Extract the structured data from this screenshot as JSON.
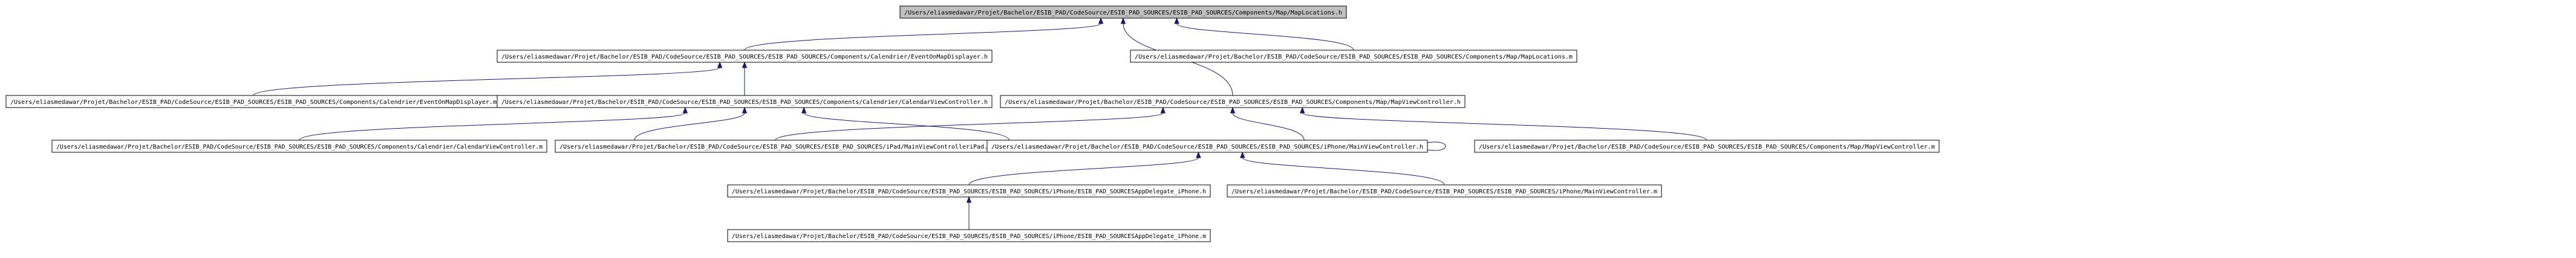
{
  "diagram": {
    "colors": {
      "root_fill": "#bfbfbf",
      "node_fill": "#ffffff",
      "border": "#000000",
      "edge": "#191970"
    },
    "nodes": [
      {
        "id": "map_locations_h",
        "label": "/Users/eliasmedawar/Projet/Bachelor/ESIB_PAD/CodeSource/ESIB_PAD_SOURCES/ESIB_PAD_SOURCES/Components/Map/MapLocations.h",
        "root": true
      },
      {
        "id": "events_map_displayer_h",
        "label": "/Users/eliasmedawar/Projet/Bachelor/ESIB_PAD/CodeSource/ESIB_PAD_SOURCES/ESIB_PAD_SOURCES/Components/Calendrier/EventOnMapDisplayer.h"
      },
      {
        "id": "map_locations_m",
        "label": "/Users/eliasmedawar/Projet/Bachelor/ESIB_PAD/CodeSource/ESIB_PAD_SOURCES/ESIB_PAD_SOURCES/Components/Map/MapLocations.m"
      },
      {
        "id": "events_map_displayer_m",
        "label": "/Users/eliasmedawar/Projet/Bachelor/ESIB_PAD/CodeSource/ESIB_PAD_SOURCES/ESIB_PAD_SOURCES/Components/Calendrier/EventOnMapDisplayer.m"
      },
      {
        "id": "calendar_vc_h",
        "label": "/Users/eliasmedawar/Projet/Bachelor/ESIB_PAD/CodeSource/ESIB_PAD_SOURCES/ESIB_PAD_SOURCES/Components/Calendrier/CalendarViewController.h"
      },
      {
        "id": "map_vc_h",
        "label": "/Users/eliasmedawar/Projet/Bachelor/ESIB_PAD/CodeSource/ESIB_PAD_SOURCES/ESIB_PAD_SOURCES/Components/Map/MapViewController.h"
      },
      {
        "id": "calendar_vc_m",
        "label": "/Users/eliasmedawar/Projet/Bachelor/ESIB_PAD/CodeSource/ESIB_PAD_SOURCES/ESIB_PAD_SOURCES/Components/Calendrier/CalendarViewController.m"
      },
      {
        "id": "ipad_main_vc_m",
        "label": "/Users/eliasmedawar/Projet/Bachelor/ESIB_PAD/CodeSource/ESIB_PAD_SOURCES/ESIB_PAD_SOURCES/iPad/MainViewControlleriPad.m"
      },
      {
        "id": "iphone_main_vc_h",
        "label": "/Users/eliasmedawar/Projet/Bachelor/ESIB_PAD/CodeSource/ESIB_PAD_SOURCES/ESIB_PAD_SOURCES/iPhone/MainViewController.h"
      },
      {
        "id": "map_vc_m",
        "label": "/Users/eliasmedawar/Projet/Bachelor/ESIB_PAD/CodeSource/ESIB_PAD_SOURCES/ESIB_PAD_SOURCES/Components/Map/MapViewController.m"
      },
      {
        "id": "appdelegate_iphone_h",
        "label": "/Users/eliasmedawar/Projet/Bachelor/ESIB_PAD/CodeSource/ESIB_PAD_SOURCES/ESIB_PAD_SOURCES/iPhone/ESIB_PAD_SOURCESAppDelegate_iPhone.h"
      },
      {
        "id": "iphone_main_vc_m",
        "label": "/Users/eliasmedawar/Projet/Bachelor/ESIB_PAD/CodeSource/ESIB_PAD_SOURCES/ESIB_PAD_SOURCES/iPhone/MainViewController.m"
      },
      {
        "id": "appdelegate_iphone_m",
        "label": "/Users/eliasmedawar/Projet/Bachelor/ESIB_PAD/CodeSource/ESIB_PAD_SOURCES/ESIB_PAD_SOURCES/iPhone/ESIB_PAD_SOURCESAppDelegate_iPhone.m"
      }
    ],
    "edges": [
      {
        "from": "events_map_displayer_h",
        "to": "map_locations_h"
      },
      {
        "from": "map_locations_m",
        "to": "map_locations_h"
      },
      {
        "from": "map_vc_h",
        "to": "map_locations_h"
      },
      {
        "from": "events_map_displayer_m",
        "to": "events_map_displayer_h"
      },
      {
        "from": "calendar_vc_h",
        "to": "events_map_displayer_h"
      },
      {
        "from": "calendar_vc_m",
        "to": "calendar_vc_h"
      },
      {
        "from": "ipad_main_vc_m",
        "to": "calendar_vc_h"
      },
      {
        "from": "iphone_main_vc_h",
        "to": "calendar_vc_h"
      },
      {
        "from": "ipad_main_vc_m",
        "to": "map_vc_h"
      },
      {
        "from": "iphone_main_vc_h",
        "to": "map_vc_h"
      },
      {
        "from": "map_vc_m",
        "to": "map_vc_h"
      },
      {
        "from": "iphone_main_vc_h",
        "to": "iphone_main_vc_h",
        "self": true
      },
      {
        "from": "appdelegate_iphone_h",
        "to": "iphone_main_vc_h"
      },
      {
        "from": "iphone_main_vc_m",
        "to": "iphone_main_vc_h"
      },
      {
        "from": "appdelegate_iphone_m",
        "to": "appdelegate_iphone_h"
      }
    ]
  }
}
